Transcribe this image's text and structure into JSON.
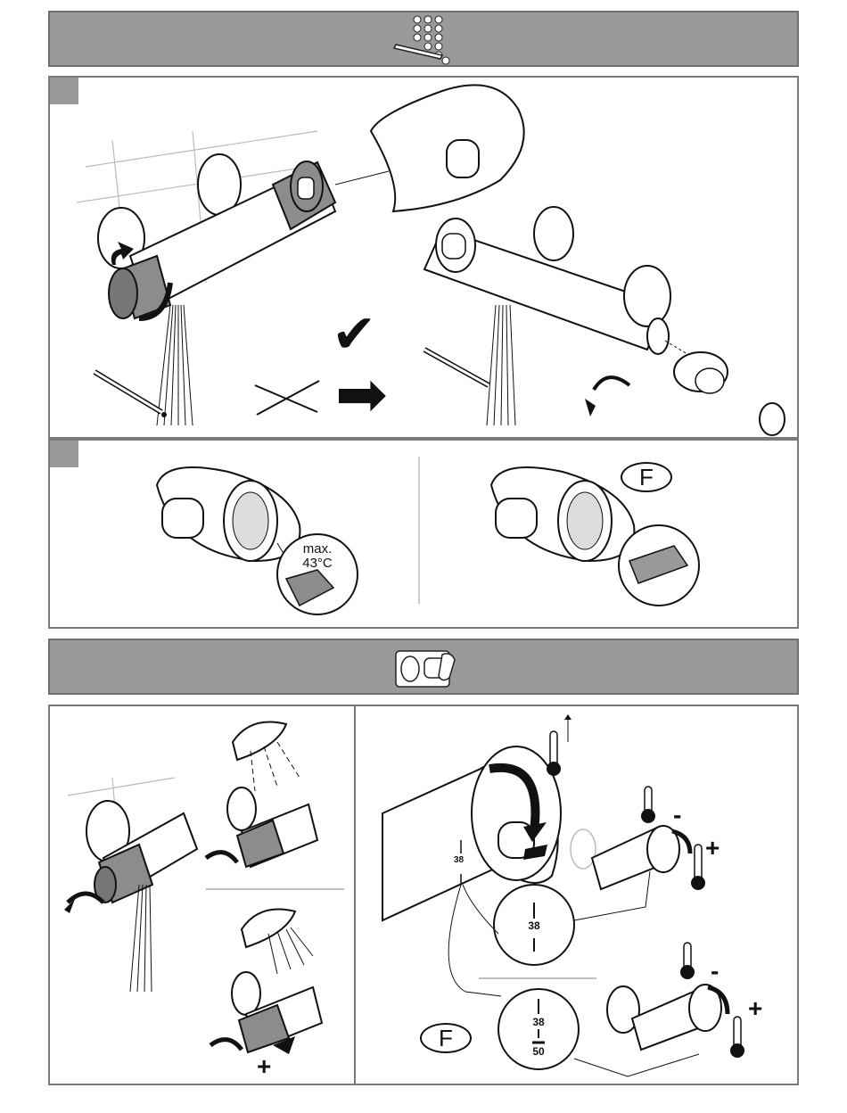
{
  "banners": [
    {
      "id": "top",
      "icon": "braille-pen-icon"
    },
    {
      "id": "middle",
      "icon": "hand-operation-icon"
    }
  ],
  "step1": {
    "checkmark": "✔",
    "arrow": "➡"
  },
  "step2": {
    "max_label_line1": "max.",
    "max_label_line2": "43°C",
    "f_label": "F"
  },
  "operation": {
    "minus": "-",
    "plus": "+",
    "dial_value_38": "38",
    "dial_value_50": "50",
    "f_label": "F"
  },
  "colors": {
    "banner": "#9a9a9a",
    "border": "#7a7a7a",
    "handle_gray": "#8c8c8c",
    "ink": "#111111"
  }
}
